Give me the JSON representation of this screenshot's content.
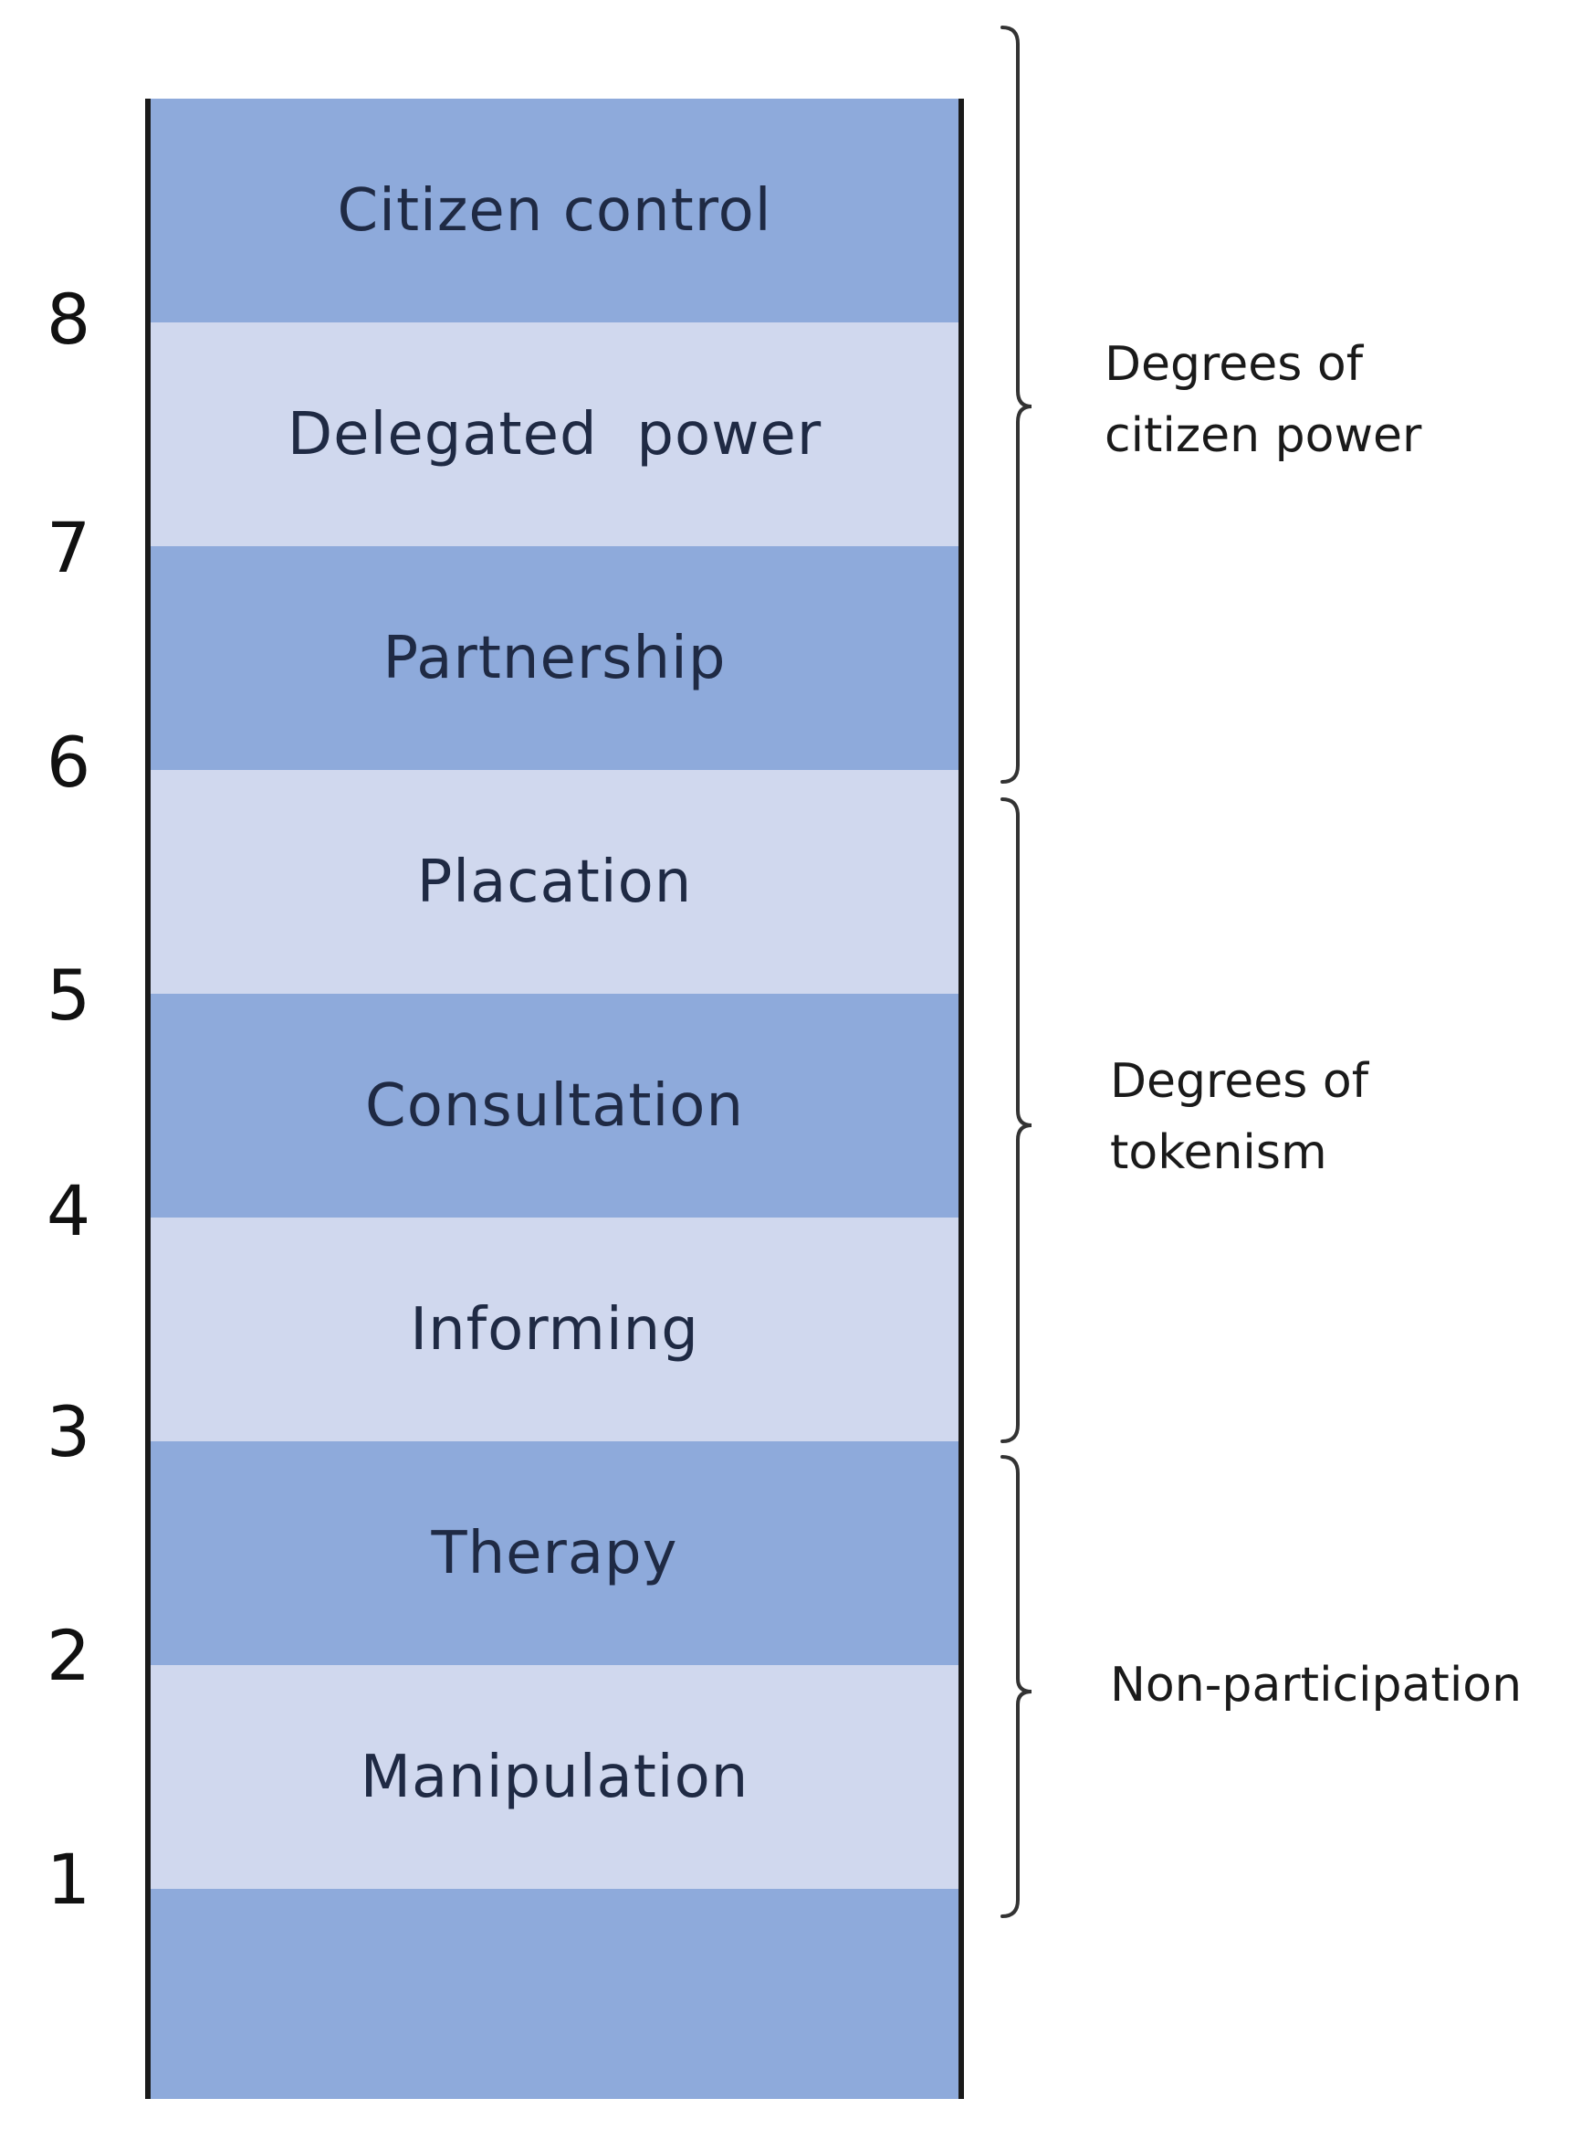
{
  "rungs": [
    {
      "label": "Citizen control"
    },
    {
      "label": "Delegated  power"
    },
    {
      "label": "Partnership"
    },
    {
      "label": "Placation"
    },
    {
      "label": "Consultation"
    },
    {
      "label": "Informing"
    },
    {
      "label": "Therapy"
    },
    {
      "label": "Manipulation"
    }
  ],
  "numbers": [
    "8",
    "7",
    "6",
    "5",
    "4",
    "3",
    "2",
    "1"
  ],
  "groups": [
    {
      "label": "Degrees of\ncitizen power"
    },
    {
      "label": "Degrees of\ntokenism"
    },
    {
      "label": "Non-participation"
    }
  ],
  "colors": {
    "dark_rung": "#8eaadb",
    "light_rung": "#d0d8ee",
    "text": "#1f2a44"
  }
}
